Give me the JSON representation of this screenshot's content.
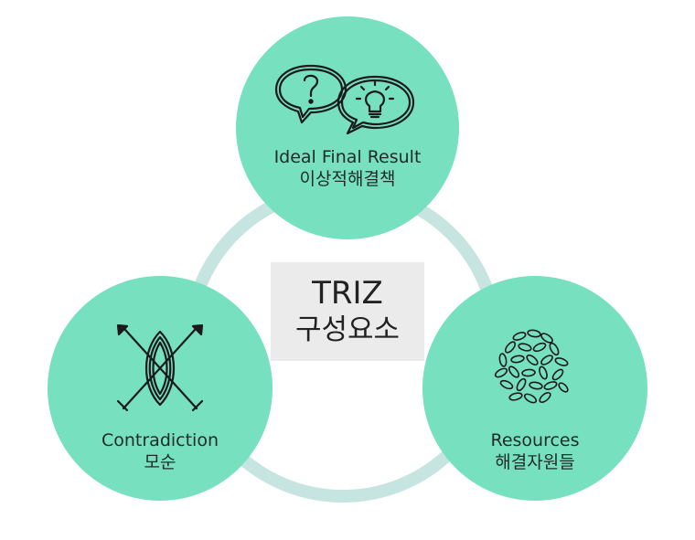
{
  "center": {
    "title": "TRIZ",
    "subtitle": "구성요소"
  },
  "nodes": [
    {
      "name": "Ideal Final Result",
      "korean": "이상적해결책",
      "icon": "speech-bubbles-question-lightbulb-icon"
    },
    {
      "name": "Contradiction",
      "korean": "모순",
      "icon": "crossed-spears-shield-icon"
    },
    {
      "name": "Resources",
      "korean": "해결자원들",
      "icon": "seed-pile-icon"
    }
  ],
  "colors": {
    "circle_fill": "#76e0bf",
    "ring": "#c6e5e1",
    "center_box": "#ebebeb",
    "icon_stroke": "#1a1a1a"
  }
}
